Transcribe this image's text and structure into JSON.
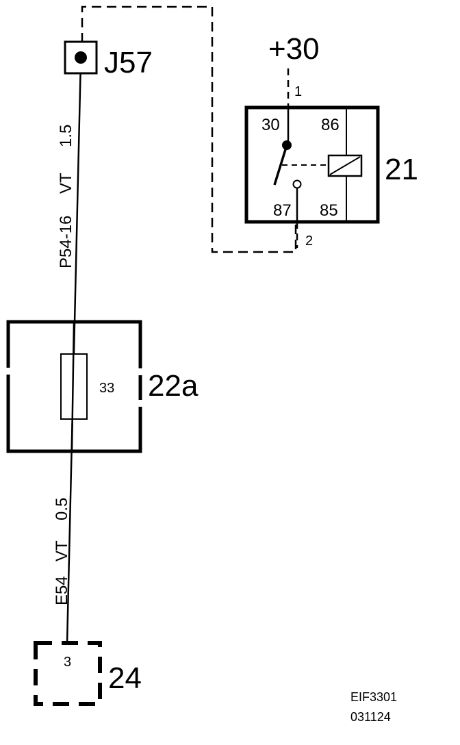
{
  "colors": {
    "line": "#000000",
    "background": "#ffffff"
  },
  "connector_j57": {
    "label": "J57"
  },
  "supply": {
    "label": "+30"
  },
  "relay": {
    "label": "21",
    "pin_top": "1",
    "pin_bottom": "2",
    "terminals": {
      "t30": "30",
      "t86": "86",
      "t87": "87",
      "t85": "85"
    }
  },
  "wire_upper": {
    "id": "P54-16",
    "color": "VT",
    "size": "1.5"
  },
  "fuse_box": {
    "label": "22a",
    "fuse_number": "33"
  },
  "wire_lower": {
    "id": "E54",
    "color": "VT",
    "size": "0.5"
  },
  "connector_24": {
    "label": "24",
    "pin": "3"
  },
  "footer": {
    "ref": "EIF3301",
    "date": "031124"
  }
}
